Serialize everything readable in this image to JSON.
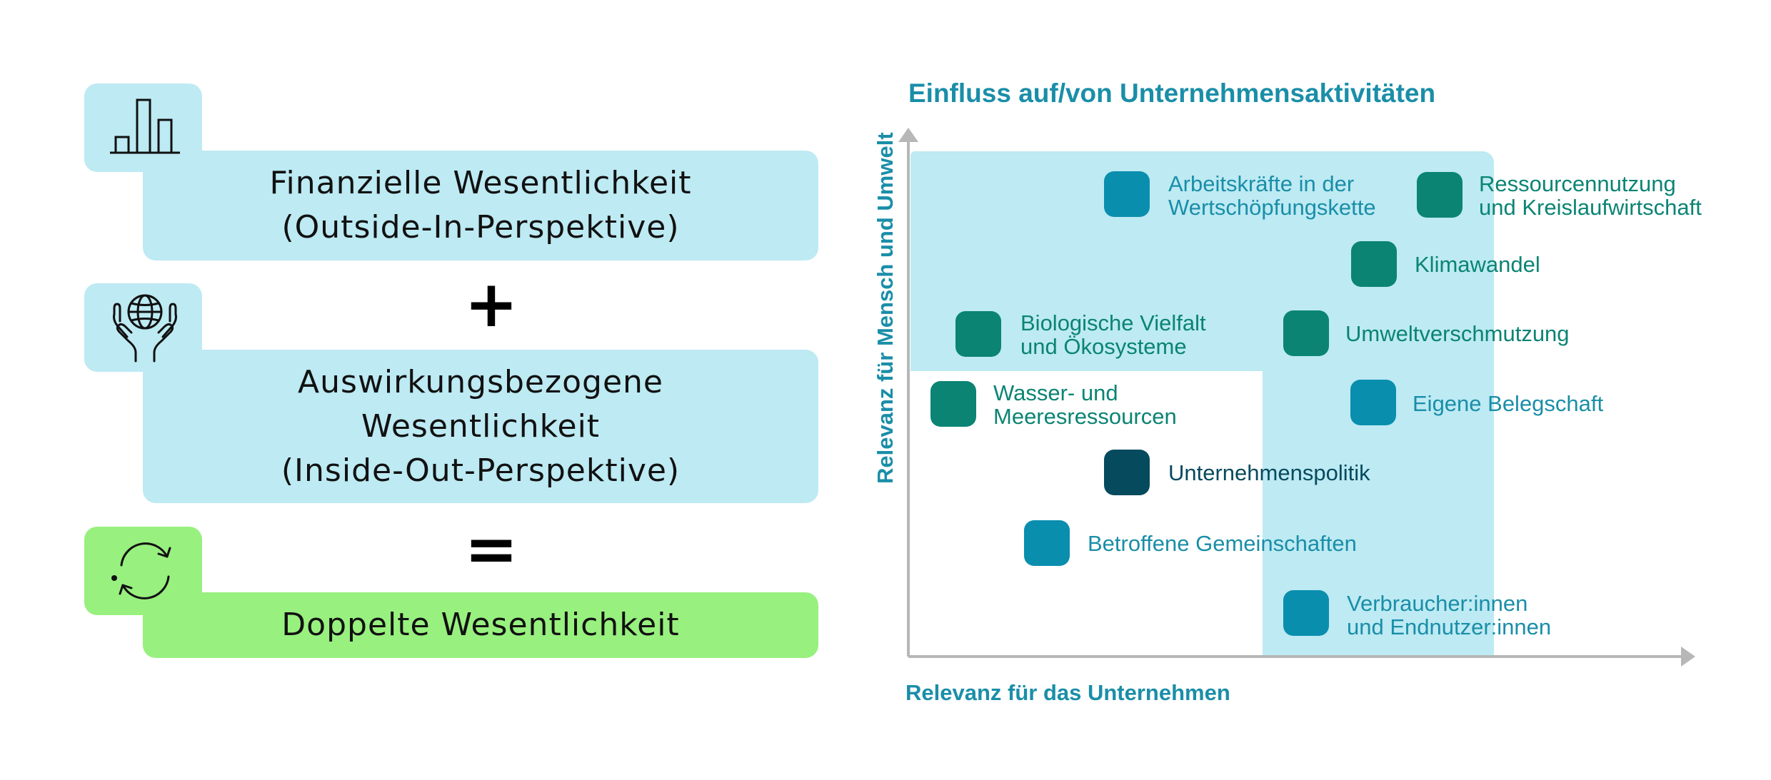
{
  "colors": {
    "card_blue": "#bdeaf3",
    "card_green": "#98f07f",
    "accent_teal": "#1a8ea8",
    "marker_blue": "#0a8eae",
    "marker_green": "#0b8474",
    "marker_dark": "#064a5e",
    "axis_gray": "#b7b7b7"
  },
  "left": {
    "cards": [
      {
        "icon": "bar-chart-icon",
        "lines": [
          "Finanzielle Wesentlichkeit",
          "(Outside-In-Perspektive)"
        ]
      },
      {
        "icon": "globe-hands-icon",
        "lines": [
          "Auswirkungsbezogene",
          "Wesentlichkeit",
          "(Inside-Out-Perspektive)"
        ]
      },
      {
        "icon": "refresh-cycle-icon",
        "lines": [
          "Doppelte Wesentlichkeit"
        ]
      }
    ],
    "operators": {
      "plus": "+",
      "equals": "="
    }
  },
  "matrix": {
    "top_title": "Einfluss auf/von Unternehmensaktivitäten",
    "y_label": "Relevanz für Mensch und Umwelt",
    "x_label": "Relevanz für das Unternehmen",
    "topics": [
      {
        "lines": [
          "Arbeitskräfte in der",
          "Wertschöpfungskette"
        ],
        "category": "social"
      },
      {
        "lines": [
          "Ressourcennutzung",
          "und Kreislaufwirtschaft"
        ],
        "category": "environment"
      },
      {
        "lines": [
          "Klimawandel"
        ],
        "category": "environment"
      },
      {
        "lines": [
          "Biologische Vielfalt",
          "und Ökosysteme"
        ],
        "category": "environment"
      },
      {
        "lines": [
          "Umweltverschmutzung"
        ],
        "category": "environment"
      },
      {
        "lines": [
          "Wasser- und",
          "Meeresressourcen"
        ],
        "category": "environment"
      },
      {
        "lines": [
          "Eigene Belegschaft"
        ],
        "category": "social"
      },
      {
        "lines": [
          "Unternehmenspolitik"
        ],
        "category": "governance"
      },
      {
        "lines": [
          "Betroffene Gemeinschaften"
        ],
        "category": "social"
      },
      {
        "lines": [
          "Verbraucher:innen",
          "und Endnutzer:innen"
        ],
        "category": "social"
      }
    ]
  }
}
